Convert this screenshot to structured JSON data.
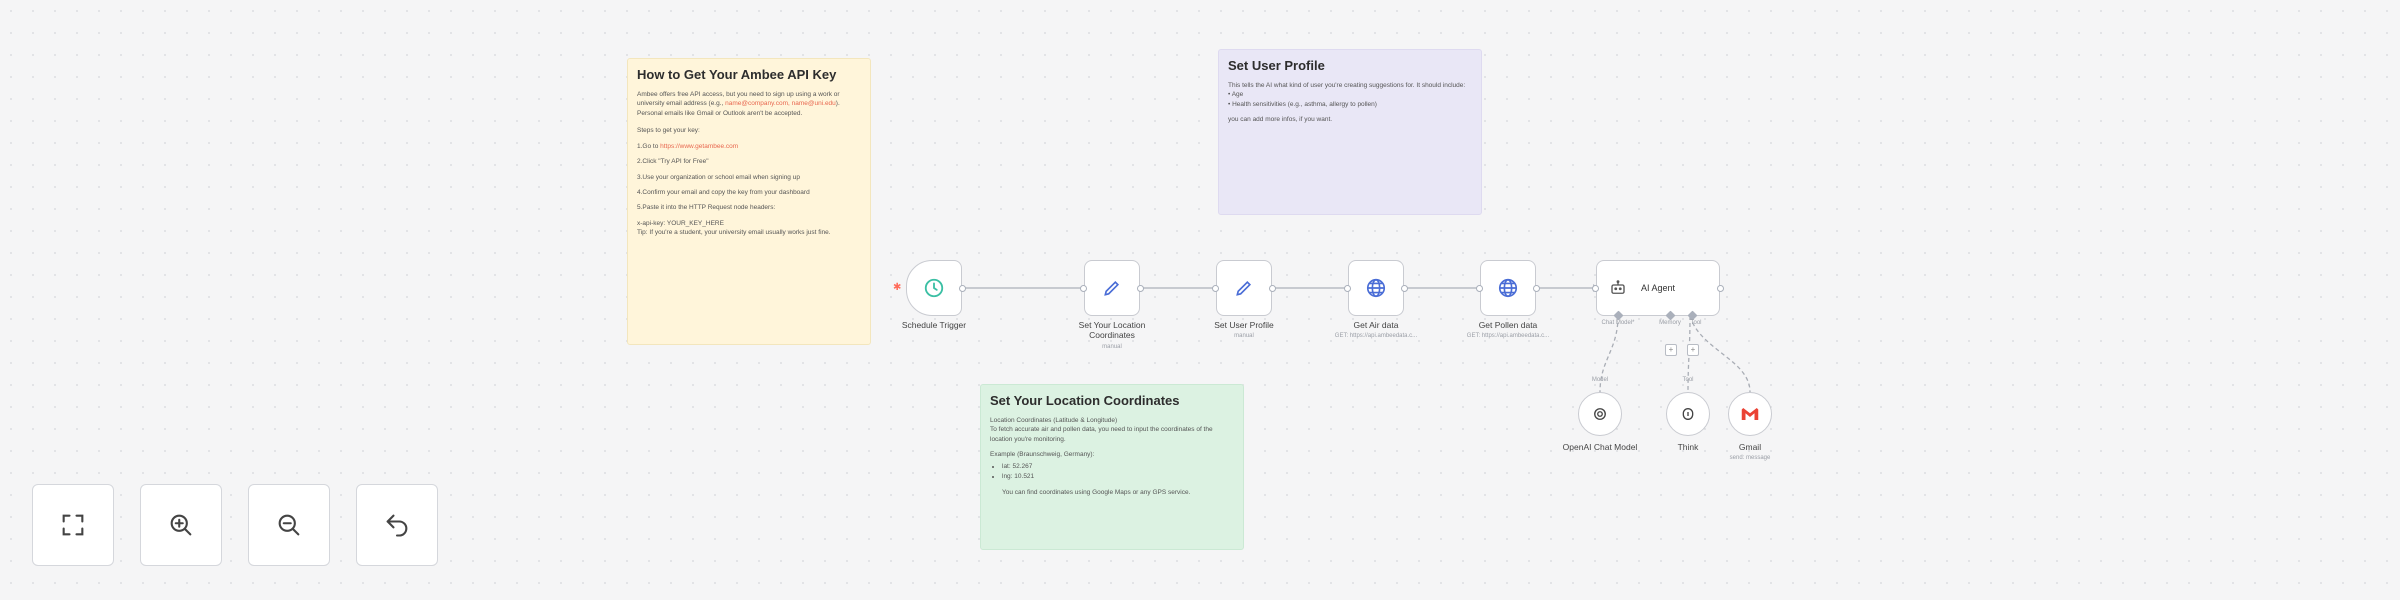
{
  "notes": {
    "ambee": {
      "title": "How to Get Your Ambee API Key",
      "intro": "Ambee offers free API access, but you need to sign up using a work or university email address (e.g.,",
      "email_example": "name@company.com, name@uni.edu",
      "intro_end": "). Personal emails like Gmail or Outlook aren't be accepted.",
      "steps_heading": "Steps to get your key:",
      "step1_prefix": "1.Go to",
      "step1_link": "https://www.getambee.com",
      "step2": "2.Click \"Try API for Free\"",
      "step3": "3.Use your organization or school email when signing up",
      "step4": "4.Confirm your email and copy the key from your dashboard",
      "step5": "5.Paste it into the HTTP Request node headers:",
      "header_example": "x-api-key: YOUR_KEY_HERE",
      "tip": "Tip: If you're a student, your university email usually works just fine."
    },
    "profile": {
      "title": "Set User Profile",
      "body": "This tells the AI what kind of user you're creating suggestions for. It should include:\n• Age\n• Health sensitivities (e.g., asthma, allergy to pollen)",
      "extra": "you can add more infos, if you want."
    },
    "location": {
      "title": "Set Your Location Coordinates",
      "body": "Location Coordinates (Latitude & Longitude)\nTo fetch accurate air and pollen data, you need to input the coordinates of the location you're monitoring.",
      "example": "Example (Braunschweig, Germany):",
      "lat": "lat: 52.267",
      "lng": "lng: 10.521",
      "footer": "You can find coordinates using Google Maps or any GPS service."
    }
  },
  "nodes": {
    "schedule": {
      "label": "Schedule Trigger"
    },
    "set_location": {
      "label": "Set Your Location Coordinates",
      "sub": "manual"
    },
    "set_profile": {
      "label": "Set User Profile",
      "sub": "manual"
    },
    "air": {
      "label": "Get Air data",
      "sub": "GET: https://api.ambeedata.c..."
    },
    "pollen": {
      "label": "Get Pollen data",
      "sub": "GET: https://api.ambeedata.c..."
    },
    "agent": {
      "label": "AI Agent",
      "port_chat": "Chat Model*",
      "port_memory": "Memory",
      "port_tool": "Tool"
    },
    "openai": {
      "label": "OpenAI Chat Model",
      "edge_label": "Model"
    },
    "think": {
      "label": "Think",
      "edge_label": "Tool"
    },
    "gmail": {
      "label": "Gmail",
      "sub": "send: message"
    }
  },
  "colors": {
    "trigger_icon": "#3bbfa4",
    "set_icon": "#4a6dd6",
    "http_icon": "#4a6dd6",
    "trigger_dot": "#ff6b5a",
    "gmail_red": "#ea4335"
  },
  "controls": {
    "fit": "fit-view-icon",
    "zoom_in": "zoom-in-icon",
    "zoom_out": "zoom-out-icon",
    "reset": "undo-icon"
  }
}
